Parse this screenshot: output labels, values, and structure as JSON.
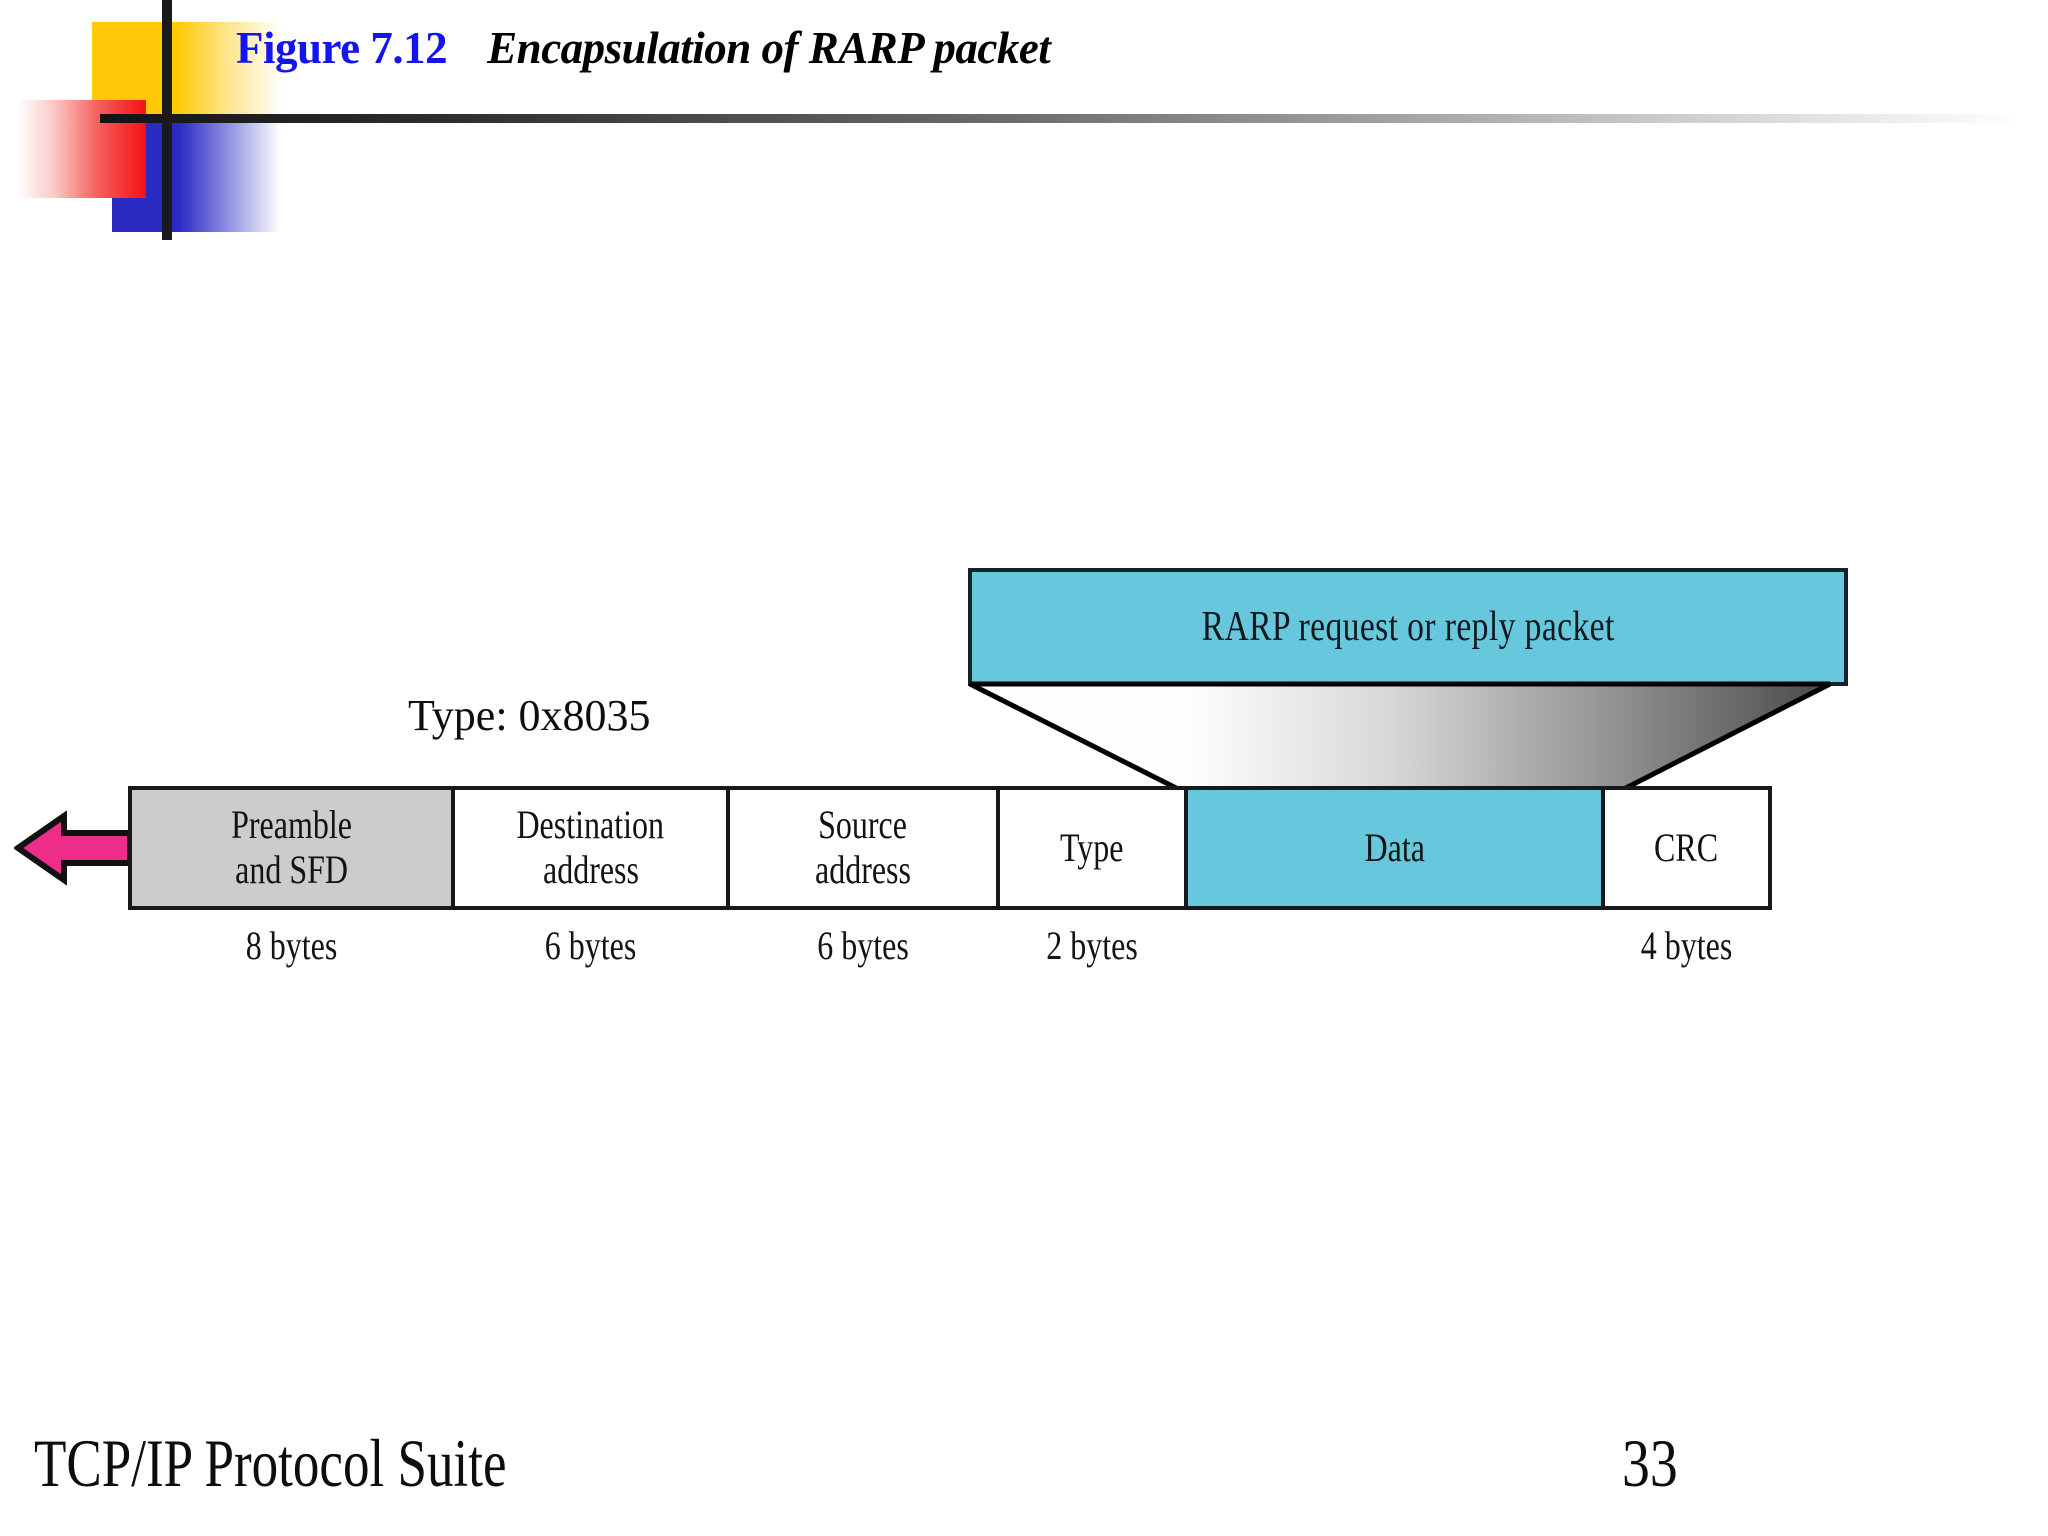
{
  "slide": {
    "figure_number": "Figure 7.12",
    "figure_caption": "Encapsulation of RARP packet",
    "title_number_color": "#1414F0",
    "title_caption_color": "#000000"
  },
  "diagram": {
    "upper_box": {
      "label": "RARP request or reply packet",
      "fill_color": "#67C7DC",
      "border_color": "#12232B"
    },
    "funnel": {
      "name": "encapsulation-funnel",
      "gradient_from": "#FFFFFF",
      "gradient_to": "#555555",
      "outline_color": "#000000"
    },
    "type_note": "Type: 0x8035",
    "frame_fields": [
      {
        "label_line1": "Preamble",
        "label_line2": "and SFD",
        "size": "8 bytes",
        "fill": "#CCCCCC"
      },
      {
        "label_line1": "Destination",
        "label_line2": "address",
        "size": "6 bytes",
        "fill": "#FFFFFF"
      },
      {
        "label_line1": "Source",
        "label_line2": "address",
        "size": "6 bytes",
        "fill": "#FFFFFF"
      },
      {
        "label_line1": "Type",
        "label_line2": "",
        "size": "2 bytes",
        "fill": "#FFFFFF"
      },
      {
        "label_line1": "Data",
        "label_line2": "",
        "size": "",
        "fill": "#67C7DC"
      },
      {
        "label_line1": "CRC",
        "label_line2": "",
        "size": "4 bytes",
        "fill": "#FFFFFF"
      }
    ],
    "flow_arrow": {
      "direction": "left",
      "fill_color": "#EE2D8A",
      "outline_color": "#000000"
    }
  },
  "footer": {
    "book_title": "TCP/IP Protocol Suite",
    "page_number": "33"
  },
  "decoration": {
    "yellow": "#FFC907",
    "red": "#F51111",
    "blue": "#2B2BC4",
    "rule": "#141414"
  }
}
